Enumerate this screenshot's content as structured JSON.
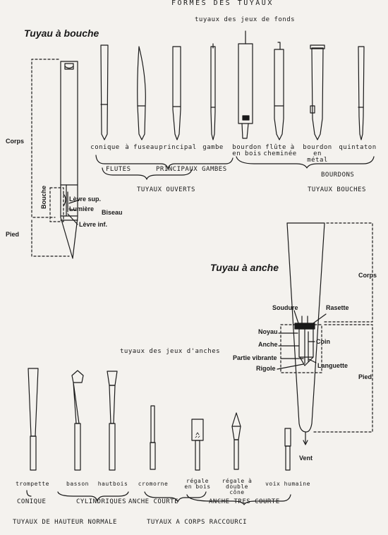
{
  "title": "FORMES DES TUYAUX",
  "subtitle_fonds": "tuyaux des jeux de fonds",
  "subtitle_anches": "tuyaux des jeux d'anches",
  "flue": {
    "heading": "Tuyau à bouche",
    "corps": "Corps",
    "pied": "Pied",
    "bouche": "Bouche",
    "levre_sup": "Lèvre sup.",
    "lumiere": "Lumière",
    "biseau": "Biseau",
    "levre_inf": "Lèvre inf."
  },
  "reed": {
    "heading": "Tuyau à anche",
    "corps": "Corps",
    "pied": "Pied",
    "soudure": "Soudure",
    "rasette": "Rasette",
    "noyau": "Noyau",
    "anche": "Anche",
    "coin": "Coin",
    "partie_vibrante": "Partie vibrante",
    "rigole": "Rigole",
    "languette": "Languette",
    "vent": "Vent"
  },
  "fonds_pipes": [
    "conique",
    "à fuseau",
    "principal",
    "gambe",
    "bourdon en bois",
    "flûte à cheminée",
    "bourdon en métal",
    "quintaton"
  ],
  "fonds_groups": {
    "flutes": "FLUTES",
    "principaux": "PRINCIPAUX GAMBES",
    "bourdons": "BOURDONS",
    "ouverts": "TUYAUX OUVERTS",
    "bouches": "TUYAUX BOUCHES"
  },
  "anches_pipes": [
    "trompette",
    "basson",
    "hautbois",
    "cromorne",
    "régale en bois",
    "régale à double cône",
    "voix humaine"
  ],
  "anches_groups": {
    "conique": "CONIQUE",
    "cylindriques": "CYLINDRIQUES",
    "anche_courte": "ANCHE COURTE",
    "anche_tres_courte": "ANCHE TRES COURTE",
    "hauteur_normale": "TUYAUX DE HAUTEUR NORMALE",
    "corps_raccourci": "TUYAUX A CORPS RACCOURCI"
  }
}
